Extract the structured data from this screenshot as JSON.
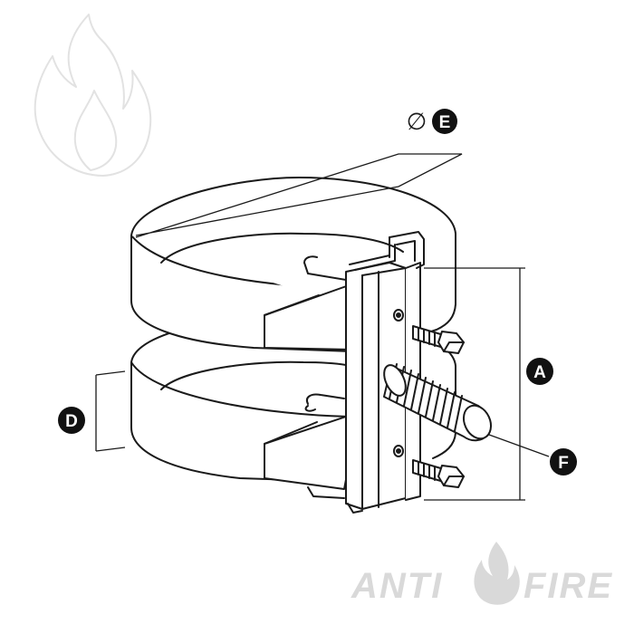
{
  "brand": {
    "name_left": "ANTI",
    "name_right": "FIRE",
    "color": "#d9d9d9"
  },
  "diagram": {
    "labels": {
      "diameter_symbol": "∅",
      "e": "E",
      "a": "A",
      "d": "D",
      "f": "F"
    },
    "colors": {
      "line": "#1a1a1a",
      "badge": "#111111",
      "badge_text": "#ffffff",
      "watermark": "#e2e2e2"
    }
  }
}
